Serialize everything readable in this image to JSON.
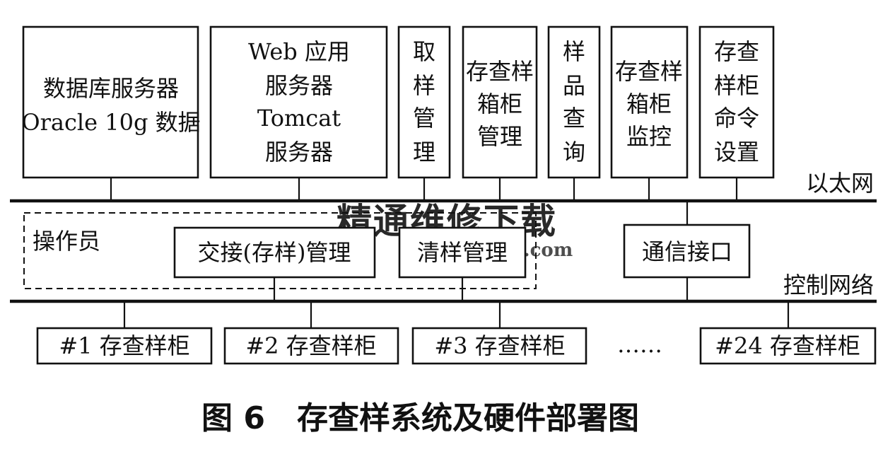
{
  "diagram": {
    "boxes": {
      "db_server": [
        "数据库服务器",
        "Oracle 10g 数据"
      ],
      "web_server": [
        "Web 应用",
        "服务器",
        "Tomcat",
        "服务器"
      ],
      "sampling": [
        "取",
        "样",
        "管",
        "理"
      ],
      "cabinet_mgmt": [
        "存查样",
        "箱柜",
        "管理"
      ],
      "sample_query": [
        "样",
        "品",
        "查",
        "询"
      ],
      "cabinet_monitor": [
        "存查样",
        "箱柜",
        "监控"
      ],
      "cmd_settings": [
        "存查",
        "样柜",
        "命令",
        "设置"
      ],
      "handover": [
        "交接(存样)管理"
      ],
      "clear_sample": [
        "清样管理"
      ],
      "comm_interface": [
        "通信接口"
      ],
      "cabinet_1": [
        "#1 存查样柜"
      ],
      "cabinet_2": [
        "#2 存查样柜"
      ],
      "cabinet_3": [
        "#3 存查样柜"
      ],
      "cabinet_24": [
        "#24 存查样柜"
      ]
    },
    "labels": {
      "ethernet": "以太网",
      "control_network": "控制网络",
      "operator": "操作员",
      "ellipsis": "……"
    },
    "watermark": {
      "cn": "精通维修下载",
      "url": "www.gzweix.com",
      "color": "#e9a07f"
    }
  },
  "caption": {
    "figure_no": "图 6",
    "title": "存查样系统及硬件部署图"
  }
}
